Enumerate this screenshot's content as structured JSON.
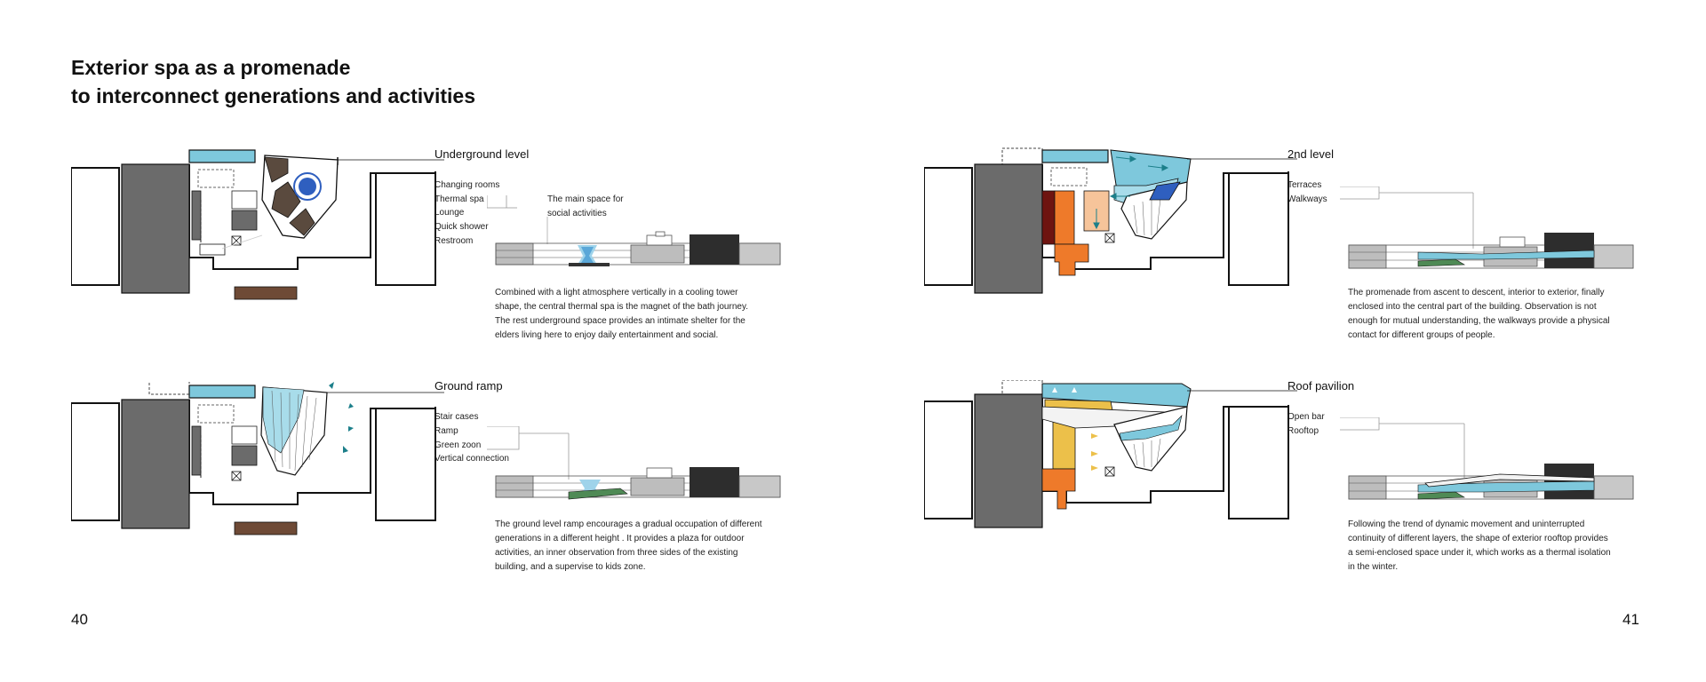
{
  "title": {
    "line1": "Exterior spa as a promenade",
    "line2": "to interconnect generations and activities"
  },
  "pages": {
    "left": "40",
    "right": "41"
  },
  "panels": {
    "underground": {
      "heading": "Underground level",
      "labels": [
        "Changing rooms",
        "Thermal spa",
        "Lounge",
        "Quick shower",
        "Restroom"
      ],
      "callout": [
        "The main space for",
        "social activities"
      ],
      "text": [
        "Combined with a light atmosphere vertically in a cooling tower",
        "shape, the central thermal spa is the magnet of the bath journey.",
        "The rest underground space provides an intimate shelter for the",
        "elders living here to enjoy daily entertainment and social."
      ]
    },
    "ground": {
      "heading": "Ground ramp",
      "labels": [
        "Stair cases",
        "Ramp",
        "Green zoon",
        "Vertical connection"
      ],
      "text": [
        "The ground level ramp encourages a gradual occupation of different",
        "generations in a different height . It provides a plaza for outdoor",
        "activities, an inner observation from three sides of the existing",
        "building, and a supervise to kids zone."
      ]
    },
    "second": {
      "heading": "2nd level",
      "labels": [
        "Terraces",
        "Walkways"
      ],
      "text": [
        "The promenade from ascent to descent, interior to exterior, finally",
        "enclosed into the central part of the building. Observation is not",
        "enough for mutual understanding, the walkways provide a physical",
        "contact for different groups of people."
      ]
    },
    "roof": {
      "heading": "Roof pavilion",
      "labels": [
        "Open bar",
        "Rooftop"
      ],
      "text": [
        "Following the trend of dynamic movement and uninterrupted",
        "continuity of different layers, the shape of exterior rooftop provides",
        "a semi-enclosed space under it, which works as a thermal isolation",
        "in the winter."
      ]
    }
  },
  "colors": {
    "grey_block": "#6b6b6b",
    "water": "#7ec8dc",
    "pool": "#2f5fbf",
    "brown": "#6e4a36",
    "dark": "#2d2d2d",
    "green": "#4f8a55",
    "orange": "#ee7a2a",
    "peach": "#f6c49a",
    "darkred": "#6e1410",
    "yellow": "#ecc04a"
  }
}
